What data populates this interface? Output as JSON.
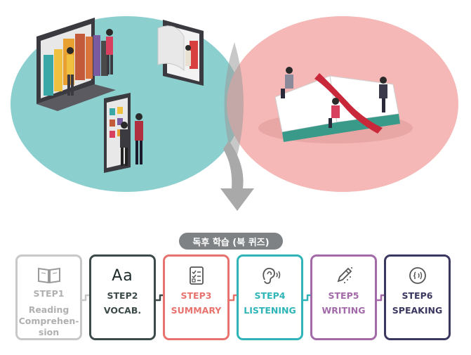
{
  "header_pill": "독후 학습 (북 퀴즈)",
  "colors": {
    "left_circle": "#8ccfcf",
    "right_circle": "#f5b8b6",
    "arrow": "#a9a9a9",
    "pill": "#7e8285"
  },
  "steps": [
    {
      "step": "STEP1",
      "label": "Reading\nComprehen-\nsion",
      "icon": "book-icon",
      "border": "#c8c8c8",
      "text": "#b0b0b0"
    },
    {
      "step": "STEP2",
      "label": "VOCAB.",
      "icon_text": "Aa",
      "icon": "letters-icon",
      "border": "#3d4a4a",
      "text": "#3d4a4a"
    },
    {
      "step": "STEP3",
      "label": "SUMMARY",
      "icon": "checklist-icon",
      "border": "#e8736e",
      "text": "#e8736e"
    },
    {
      "step": "STEP4",
      "label": "LISTENING",
      "icon": "ear-icon",
      "border": "#2fb5b7",
      "text": "#2fb5b7"
    },
    {
      "step": "STEP5",
      "label": "WRITING",
      "icon": "pen-icon",
      "border": "#a26aa8",
      "text": "#a26aa8"
    },
    {
      "step": "STEP6",
      "label": "SPEAKING",
      "icon": "speaking-icon",
      "border": "#3a3760",
      "text": "#3a3760"
    }
  ]
}
